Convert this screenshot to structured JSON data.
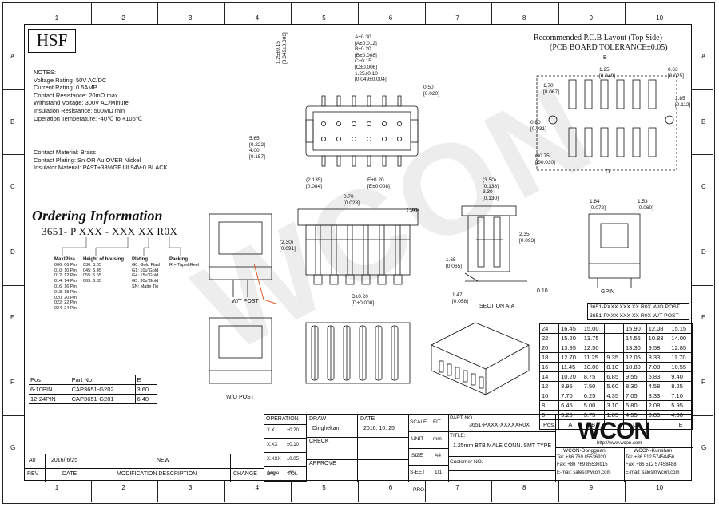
{
  "frame": {
    "top_numbers": [
      "1",
      "2",
      "3",
      "4",
      "5",
      "6",
      "7",
      "8",
      "9",
      "10"
    ],
    "side_letters": [
      "A",
      "B",
      "C",
      "D",
      "E",
      "F",
      "G"
    ]
  },
  "logo": {
    "text": "HSF"
  },
  "notes": {
    "title": "NOTES:",
    "lines": [
      "Voltage Rating: 50V AC/DC",
      "Current Rating: 0.5AMP",
      "Contact Resistance: 20mΩ max",
      "Withstand Voltage: 300V AC/Minute",
      "Insulation Resistance: 500MΩ min",
      "Operation Temperature: -40℃ to +105℃"
    ]
  },
  "materials": {
    "lines": [
      "Contact Material: Brass",
      "Contact Plating: Sn OR Au OVER Nickel",
      "Insulator Material: PA9T+33%GF UL94V-0 BLACK"
    ]
  },
  "ordering": {
    "title": "Ordering Information",
    "code": "3651- P XXX - XXX XX R0X",
    "pins": {
      "title": "Max/Pins",
      "items": [
        "006: 06 Pin",
        "010: 10 Pin",
        "012: 12 Pin",
        "014: 14 Pin",
        "016: 16 Pin",
        "018: 18 Pin",
        "020: 20 Pin",
        "022: 22 Pin",
        "024: 24 Pin"
      ]
    },
    "height": {
      "title": "Height of housing",
      "items": [
        "030: 3.05",
        "045: 5.45",
        "055: 5.55",
        "063: 6.35"
      ]
    },
    "plating": {
      "title": "Plating",
      "items": [
        "G0: Gold Flash",
        "G1: 10u\"Gold",
        "G4: 15u\"Gold",
        "G5: 30u\"Gold",
        "SN: Matte Tin"
      ]
    },
    "packing": {
      "title": "Packing",
      "items": [
        "R = Tape&Reel"
      ]
    }
  },
  "post_table": {
    "headers": [
      "Pos",
      "Part No.",
      "E"
    ],
    "rows": [
      [
        "6-10PIN",
        "CAP3651-G202",
        "3.60"
      ],
      [
        "12-24PIN",
        "CAP3651-G201",
        "6.40"
      ]
    ]
  },
  "labels": {
    "with_post": "W/T POST",
    "without_post": "W/O POST",
    "cap": "CAP",
    "section": "SECTION A-A",
    "gpin": "GPIN",
    "pcb_title": "Recommended P.C.B Layout (Top Side)",
    "pcb_tol": "(PCB BOARD TOLERANCE±0.05)"
  },
  "dims": {
    "top": [
      "A±0.30",
      "[A±0.012]",
      "B±0.20",
      "[B±0.008]",
      "C±0.15",
      "[C±0.006]",
      "1.25±0.10",
      "[0.049±0.004]"
    ],
    "top_side": [
      "1.25±0.15",
      "[0.049±0.006]"
    ],
    "top_left": [
      "5.65",
      "[0.222]",
      "4.00",
      "[0.157]"
    ],
    "top_right": [
      "0.50",
      "[0.020]"
    ],
    "mid_a": [
      "E±0.20",
      "[E±0.008]"
    ],
    "mid_b": [
      "(2.135)",
      "[0.084]",
      "0.70",
      "[0.028]"
    ],
    "mid_bottom": [
      "D±0.20",
      "[D±0.008]"
    ],
    "mid_left": [
      "(2.30)",
      "[0.091]"
    ],
    "sec": [
      "(3.50)",
      "[0.138]",
      "3.30",
      "[0.130]",
      "2.35",
      "[0.093]",
      "1.65",
      "[0.065]",
      "1.47",
      "[0.058]",
      "0.10"
    ],
    "side_b": [
      "1.84",
      "[0.072]",
      "1.53",
      "[0.060]"
    ],
    "pcb": [
      "B",
      "1.25",
      "[0.049]",
      "0.63",
      "[0.025]",
      "1.70",
      "[0.067]",
      "2.85",
      "[0.112]",
      "0.80",
      "[0.031]",
      "Ø0.75",
      "[Ø0.030]",
      "D"
    ],
    "part_boxes": [
      "3651-PXXX XXX XX R0X W/O POST",
      "3651-PXXX XXX XX R0X W/T POST"
    ]
  },
  "dim_table": {
    "headers": [
      "Pos.",
      "A",
      "B",
      "C",
      "D",
      "E"
    ],
    "left": [
      [
        "24",
        "16.45",
        "15.00",
        "",
        "15.90",
        "12.08",
        "15.15"
      ],
      [
        "22",
        "15.20",
        "13.75",
        "",
        "14.55",
        "10.83",
        "14.00"
      ],
      [
        "20",
        "13.95",
        "12.50",
        "",
        "13.30",
        "9.58",
        "12.85"
      ],
      [
        "18",
        "12.70",
        "11.25",
        "9.35",
        "12.05",
        "8.33",
        "11.70"
      ],
      [
        "16",
        "11.45",
        "10.00",
        "8.10",
        "10.80",
        "7.08",
        "10.55"
      ],
      [
        "14",
        "10.20",
        "8.75",
        "6.85",
        "9.55",
        "5.83",
        "9.40"
      ],
      [
        "12",
        "8.95",
        "7.50",
        "5.60",
        "8.30",
        "4.58",
        "8.25"
      ],
      [
        "10",
        "7.70",
        "6.25",
        "4.35",
        "7.05",
        "3.33",
        "7.10"
      ],
      [
        "8",
        "6.45",
        "5.00",
        "3.10",
        "5.80",
        "2.08",
        "5.95"
      ],
      [
        "6",
        "5.20",
        "3.75",
        "1.85",
        "4.55",
        "0.83",
        "4.80"
      ]
    ]
  },
  "revision": {
    "headers": [
      "REV",
      "DATE",
      "MODIFICATION DESCRIPTION",
      "CHANGE",
      "DW",
      "TOL"
    ],
    "rows": [
      [
        "A0",
        "2016/ 6/25",
        "NEW",
        "",
        "",
        ""
      ]
    ]
  },
  "title_block": {
    "operation": "OPERATION",
    "tol_rows": [
      [
        "X.X",
        "±0.20"
      ],
      [
        "X.XX",
        "±0.10"
      ],
      [
        "X.XXX",
        "±0.05"
      ],
      [
        "Angle",
        "±3°"
      ]
    ],
    "draw": "DRAW",
    "drawer": "Dinghekan",
    "check": "CHECK",
    "approve": "APPROVE",
    "date_label": "DATE",
    "date": "2016. 10. 25",
    "scale_label": "SCALE",
    "scale": "FIT",
    "unit_label": "UNIT",
    "unit": "mm",
    "size_label": "SIZE",
    "size": "A4",
    "sheet_label": "S-EET",
    "sheet": "1/1",
    "proj_label": "PRO.",
    "part_no_label": "PART NO.",
    "part_no": "3651-PXXX-XXXXXR0X",
    "title_label": "TITLE:",
    "title": "1.25mm BTB MALE CONN. SMT TYPE",
    "customer": "Customer NO."
  },
  "company": {
    "logo": "WCON",
    "url": "http://www.wcon.com",
    "office1": "WCON-Dongguan",
    "tel1": "Tel: +86 769 85536920",
    "fax1": "Fax: +86 769 85536915",
    "mail1": "E-mail: sales@wcon.com",
    "office2": "WCON-Kunshan",
    "tel2": "Tel: +86 512 57458456",
    "fax2": "Fax: +86 512 57458488",
    "mail2": "E-mail: sales@wcon.com"
  },
  "watermark": {
    "text": "WCON"
  }
}
